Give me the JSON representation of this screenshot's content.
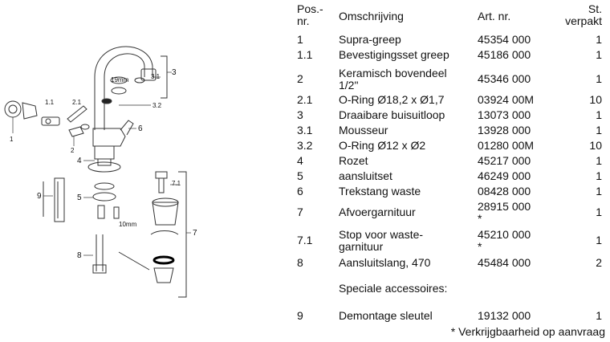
{
  "header": {
    "pos": [
      "Pos.-",
      "nr."
    ],
    "desc": "Omschrijving",
    "art": "Art. nr.",
    "qty": [
      "St.",
      "verpakt"
    ]
  },
  "parts": [
    {
      "pos": "1",
      "desc": [
        "Supra-greep"
      ],
      "art": [
        "45354 000"
      ],
      "qty": "1"
    },
    {
      "pos": "1.1",
      "desc": [
        "Bevestigingsset greep"
      ],
      "art": [
        "45186 000"
      ],
      "qty": "1"
    },
    {
      "pos": "2",
      "desc": [
        "Keramisch bovendeel",
        "1/2\""
      ],
      "art": [
        "45346 000"
      ],
      "qty": "1"
    },
    {
      "pos": "2.1",
      "desc": [
        "O-Ring Ø18,2 x Ø1,7"
      ],
      "art": [
        "03924 00M"
      ],
      "qty": "10"
    },
    {
      "pos": "3",
      "desc": [
        "Draaibare buisuitloop"
      ],
      "art": [
        "13073 000"
      ],
      "qty": "1"
    },
    {
      "pos": "3.1",
      "desc": [
        "Mousseur"
      ],
      "art": [
        "13928 000"
      ],
      "qty": "1"
    },
    {
      "pos": "3.2",
      "desc": [
        "O-Ring Ø12 x Ø2"
      ],
      "art": [
        "01280 00M"
      ],
      "qty": "10"
    },
    {
      "pos": "4",
      "desc": [
        "Rozet"
      ],
      "art": [
        "45217 000"
      ],
      "qty": "1"
    },
    {
      "pos": "5",
      "desc": [
        "aansluitset"
      ],
      "art": [
        "46249 000"
      ],
      "qty": "1"
    },
    {
      "pos": "6",
      "desc": [
        "Trekstang waste"
      ],
      "art": [
        "08428 000"
      ],
      "qty": "1"
    },
    {
      "pos": "7",
      "desc": [
        "Afvoergarnituur"
      ],
      "art": [
        "28915 000",
        "*"
      ],
      "qty": "1"
    },
    {
      "pos": "7.1",
      "desc": [
        "Stop voor waste-",
        "garnituur"
      ],
      "art": [
        "45210 000",
        "*"
      ],
      "qty": "1"
    },
    {
      "pos": "8",
      "desc": [
        "Aansluitslang, 470"
      ],
      "art": [
        "45484 000"
      ],
      "qty": "2"
    }
  ],
  "section_title": "Speciale accessoires:",
  "accessories": [
    {
      "pos": "9",
      "desc": [
        "Demontage sleutel"
      ],
      "art": [
        "19132 000"
      ],
      "qty": "1"
    }
  ],
  "footnote": "* Verkrijgbaarheid op aanvraag",
  "diagram": {
    "callouts": [
      "1",
      "1.1",
      "2",
      "2.1",
      "3",
      "3.1",
      "3.2",
      "4",
      "5",
      "6",
      "7",
      "7.1",
      "8",
      "9"
    ],
    "dim_labels": [
      "19mm",
      "10mm"
    ]
  }
}
